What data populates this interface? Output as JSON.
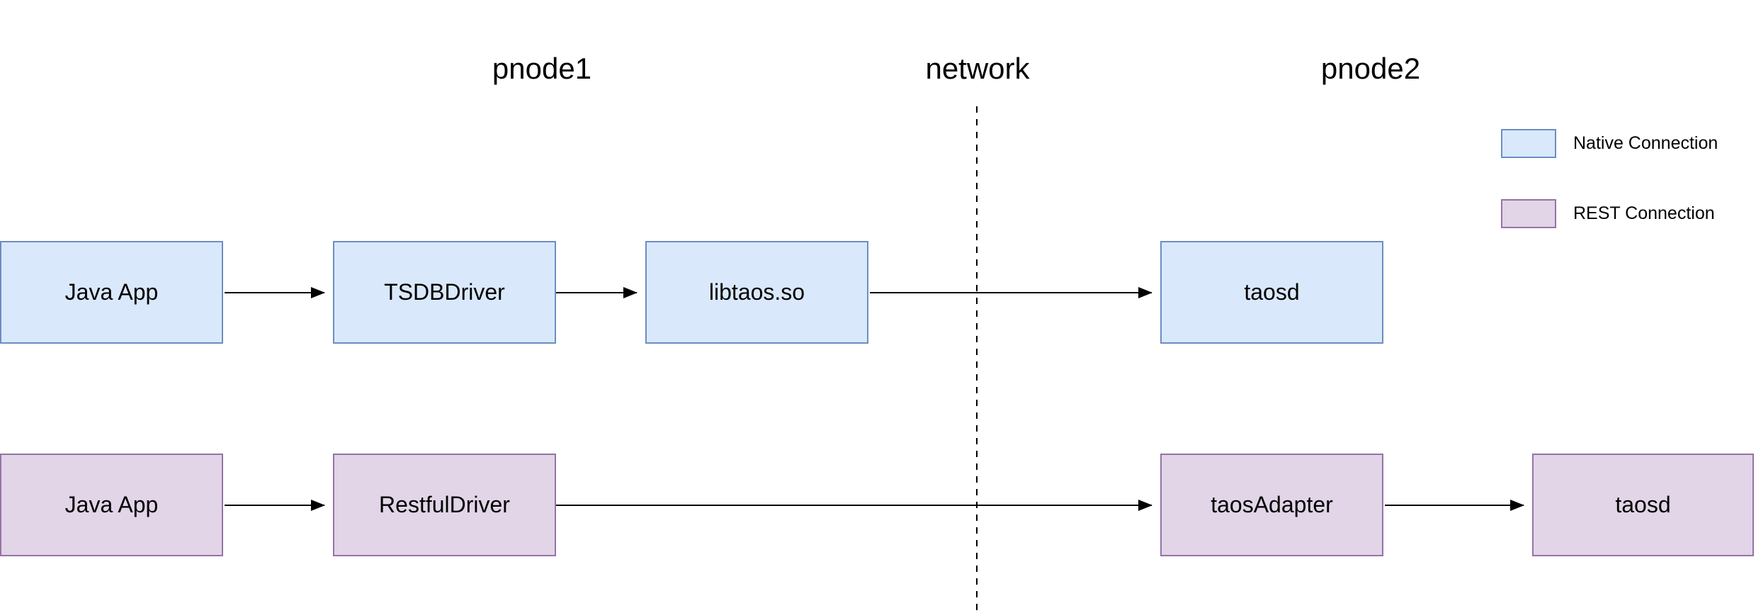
{
  "headers": [
    {
      "id": "pnode1",
      "label": "pnode1"
    },
    {
      "id": "network",
      "label": "network"
    },
    {
      "id": "pnode2",
      "label": "pnode2"
    }
  ],
  "legend": {
    "items": [
      {
        "label": "Native Connection",
        "fill": "#dae8fc",
        "border": "#6c8ebf"
      },
      {
        "label": "REST Connection",
        "fill": "#e1d5e7",
        "border": "#9673a6"
      }
    ]
  },
  "rows": {
    "native": {
      "connection_type": "Native Connection",
      "nodes": [
        {
          "label": "Java App"
        },
        {
          "label": "TSDBDriver"
        },
        {
          "label": "libtaos.so"
        },
        {
          "label": "taosd"
        }
      ]
    },
    "rest": {
      "connection_type": "REST Connection",
      "nodes": [
        {
          "label": "Java App"
        },
        {
          "label": "RestfulDriver"
        },
        {
          "label": "taosAdapter"
        },
        {
          "label": "taosd"
        }
      ]
    }
  },
  "connections": [
    {
      "row": "native",
      "from": "Java App",
      "to": "TSDBDriver"
    },
    {
      "row": "native",
      "from": "TSDBDriver",
      "to": "libtaos.so"
    },
    {
      "row": "native",
      "from": "libtaos.so",
      "to": "taosd",
      "crosses": "network"
    },
    {
      "row": "rest",
      "from": "Java App",
      "to": "RestfulDriver"
    },
    {
      "row": "rest",
      "from": "RestfulDriver",
      "to": "taosAdapter",
      "crosses": "network"
    },
    {
      "row": "rest",
      "from": "taosAdapter",
      "to": "taosd"
    }
  ],
  "colors": {
    "background": "#ffffff",
    "text": "#000000",
    "arrow": "#000000",
    "native_fill": "#dae8fc",
    "native_border": "#6c8ebf",
    "rest_fill": "#e1d5e7",
    "rest_border": "#9673a6"
  }
}
